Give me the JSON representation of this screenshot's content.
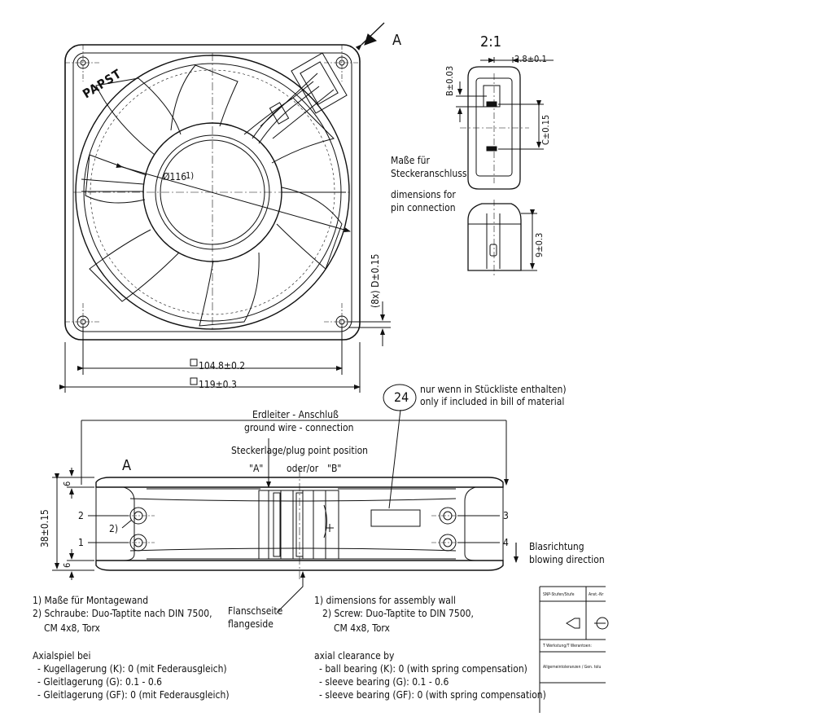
{
  "view_labels": {
    "view_a_top": "A",
    "view_a_side": "A",
    "scale": "2:1"
  },
  "logo": "PAPST",
  "top_view": {
    "dia_116": "Ø116",
    "dia_116_note": "1)",
    "dim_104": "104.8±0.2",
    "dim_119": "119±0.3",
    "holes": "(8x) D±0.15"
  },
  "connector_detail": {
    "dim_2_8": "2.8±0.1",
    "dim_b": "B±0.03",
    "dim_c": "C±0.15",
    "dim_9": "9±0.3",
    "label_de": [
      "Maße für",
      "Steckeranschluss"
    ],
    "label_en": [
      "dimensions for",
      "pin connection"
    ]
  },
  "callout": {
    "number": "24",
    "note_de": "nur wenn in Stückliste enthalten)",
    "note_en": "only if included in bill of material"
  },
  "side_view": {
    "ground_de": "Erdleiter - Anschluß",
    "ground_en": "ground wire - connection",
    "plug_pos": "Steckerlage/plug point position",
    "pos_a": "\"A\"",
    "oder": "oder/or",
    "pos_b": "\"B\"",
    "dim_38": "38±0.15",
    "dim_6_top": "6",
    "dim_6_bot": "6",
    "mark_1": "1",
    "mark_2": "2",
    "mark_3": "3",
    "mark_4": "4",
    "mark_2paren": "2)",
    "blow_de": "Blasrichtung",
    "blow_en": "blowing direction",
    "flange_de": "Flanschseite",
    "flange_en": "flangeside"
  },
  "notes_de": [
    "1) Maße für Montagewand",
    "2) Schraube: Duo-Taptite nach DIN 7500,",
    "CM 4x8, Torx"
  ],
  "notes_en": [
    "1) dimensions for assembly wall",
    "2) Screw: Duo-Taptite to DIN 7500,",
    "CM 4x8, Torx"
  ],
  "axial_de": {
    "title": "Axialspiel bei",
    "lines": [
      "- Kugellagerung (K): 0 (mit Federausgleich)",
      "- Gleitlagerung (G): 0.1 - 0.6",
      "- Gleitlagerung (GF): 0 (mit Federausgleich)"
    ]
  },
  "axial_en": {
    "title": "axial clearance by",
    "lines": [
      "- ball bearing (K): 0 (with spring compensation)",
      "- sleeve bearing (G): 0.1 - 0.6",
      "- sleeve bearing (GF): 0 (with spring compensation)"
    ]
  },
  "title_block": {
    "h1": "SNP-Stufen/Stufe",
    "h2": "Anst.-Nr",
    "row_tol": "T Werkstung/T Werantoen:",
    "row_gen": "Allgemeintoleranzen / Gen. tolu"
  }
}
